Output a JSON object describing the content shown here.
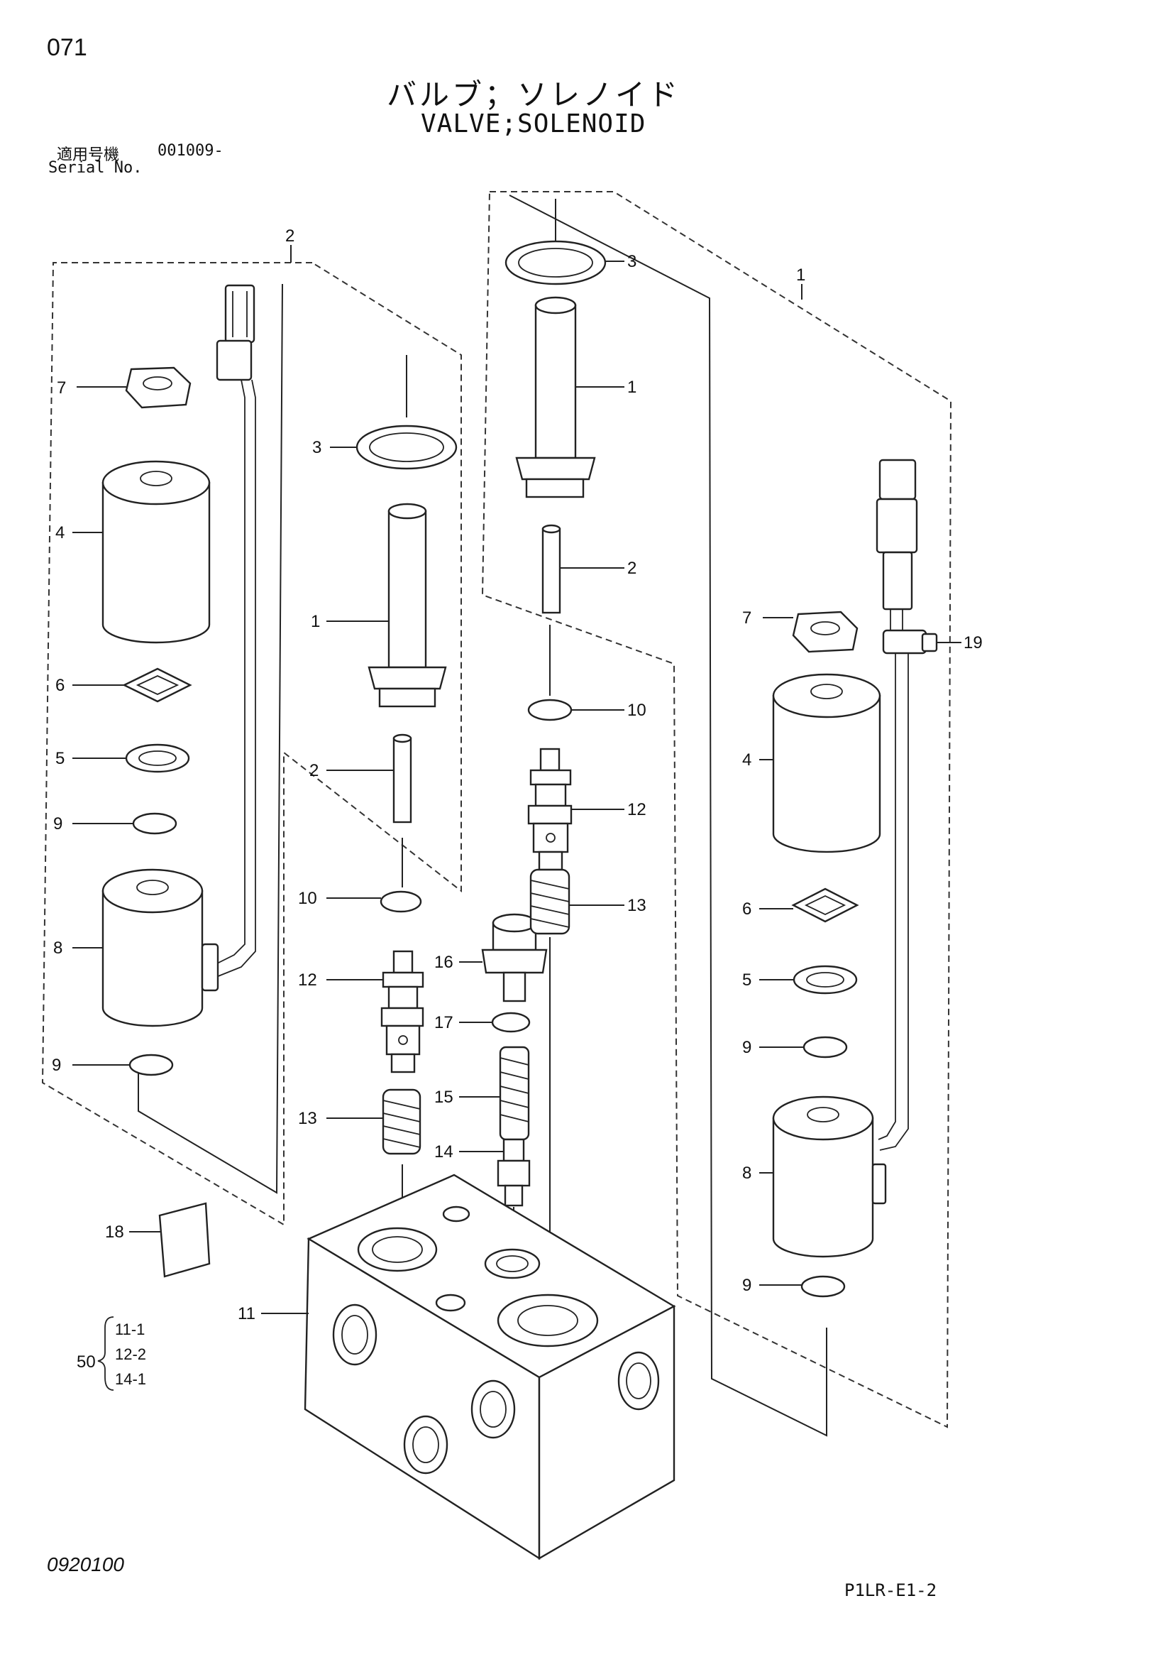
{
  "page_number": "071",
  "title_ja": "バルブ；ソレノイド",
  "title_en": "VALVE;SOLENOID",
  "serial": {
    "label_ja": "適用号機",
    "value": "001009-",
    "label_en": "Serial No."
  },
  "drawing_id": "0920100",
  "figure_code": "P1LR-E1-2",
  "assembly_labels": {
    "left_assembly": "2",
    "right_assembly": "1"
  },
  "labels": {
    "l7": "7",
    "l4": "4",
    "l6": "6",
    "l5": "5",
    "l9a": "9",
    "l8": "8",
    "l9b": "9",
    "c3": "3",
    "c1": "1",
    "c2": "2",
    "c10": "10",
    "c12": "12",
    "c13": "13",
    "c18": "18",
    "c11": "11",
    "m16": "16",
    "m17": "17",
    "m15": "15",
    "m14": "14",
    "r3": "3",
    "r1": "1",
    "r2": "2",
    "r10": "10",
    "r12": "12",
    "r13": "13",
    "s7": "7",
    "s19": "19",
    "s4": "4",
    "s6": "6",
    "s5": "5",
    "s9a": "9",
    "s8": "8",
    "s9b": "9"
  },
  "kit": {
    "number": "50",
    "items": [
      "11-1",
      "12-2",
      "14-1"
    ]
  }
}
